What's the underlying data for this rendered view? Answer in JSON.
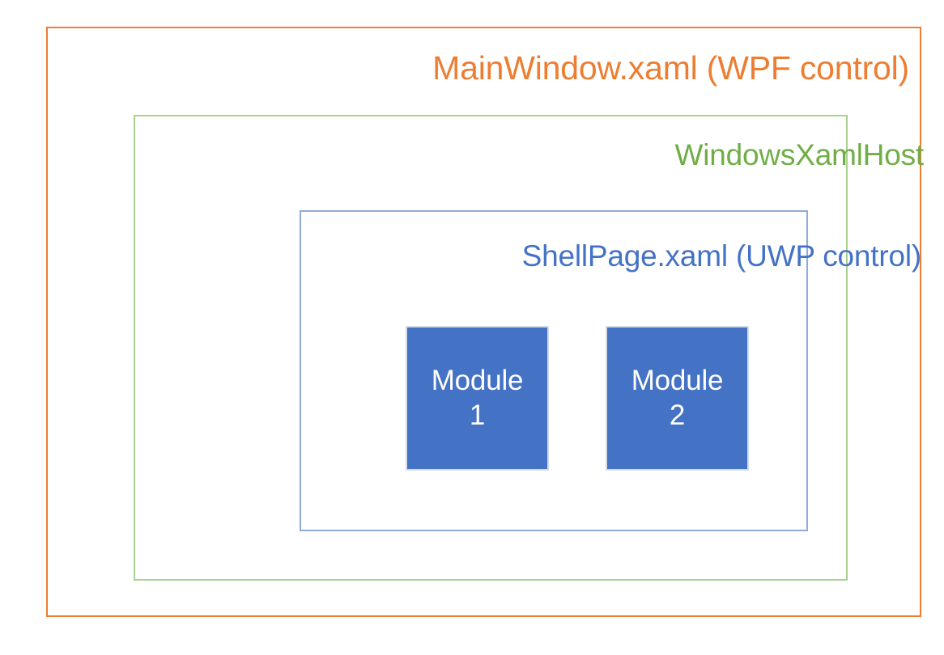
{
  "diagram": {
    "title": "WPF / WindowsXamlHost / UWP XAML Island hosting diagram",
    "colors": {
      "wpf_border": "#ED7D31",
      "wpf_text": "#ED7D31",
      "xamlhost_border": "#A9D08E",
      "xamlhost_text": "#70AD47",
      "shellpage_border": "#8FAADC",
      "shellpage_text": "#4472C4",
      "module_fill": "#4472C4",
      "module_border": "#D6DCE5",
      "module_text": "#FFFFFF",
      "background": "#FFFFFF"
    },
    "layers": {
      "outer": {
        "label": "MainWindow.xaml (WPF control)"
      },
      "middle": {
        "label": "WindowsXamlHost"
      },
      "inner": {
        "label": "ShellPage.xaml (UWP control)"
      }
    },
    "modules": [
      {
        "name_line": "Module",
        "number_line": "1"
      },
      {
        "name_line": "Module",
        "number_line": "2"
      }
    ]
  }
}
